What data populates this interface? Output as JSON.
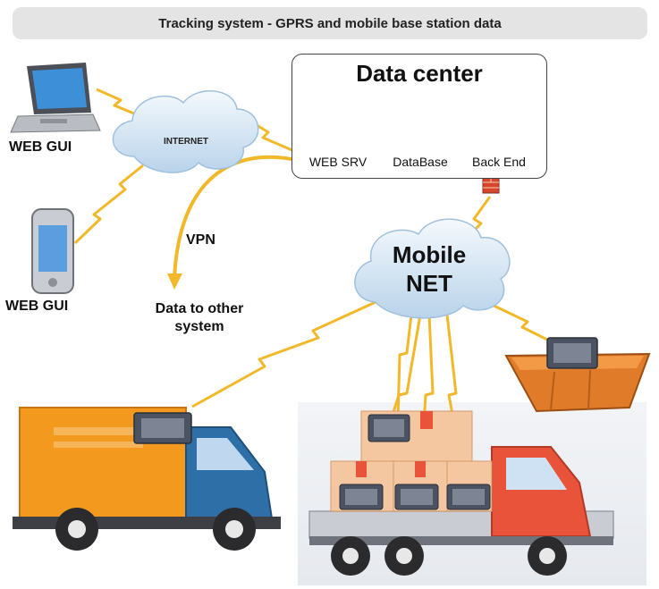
{
  "title": "Tracking system - GPRS and mobile base station data",
  "data_center": {
    "title": "Data center",
    "servers": [
      {
        "label": "WEB SRV",
        "icon": "web-server-icon"
      },
      {
        "label": "DataBase",
        "icon": "database-server-icon"
      },
      {
        "label": "Back End",
        "icon": "backend-server-icon"
      }
    ]
  },
  "internet_label": "INTERNET",
  "mobile_net_label": "Mobile\nNET",
  "mobile_net_line1": "Mobile",
  "mobile_net_line2": "NET",
  "web_gui_laptop": "WEB GUI",
  "web_gui_phone": "WEB GUI",
  "vpn_label": "VPN",
  "data_other_line1": "Data to other",
  "data_other_line2": "system",
  "colors": {
    "lightning": "#f2b82a",
    "cloud": "#dbeaf6",
    "truck_orange": "#f39a1e",
    "truck_blue": "#2e6fa8",
    "truck_red": "#e8533a",
    "box": "#f5c7a0",
    "skip": "#e07b2a"
  }
}
